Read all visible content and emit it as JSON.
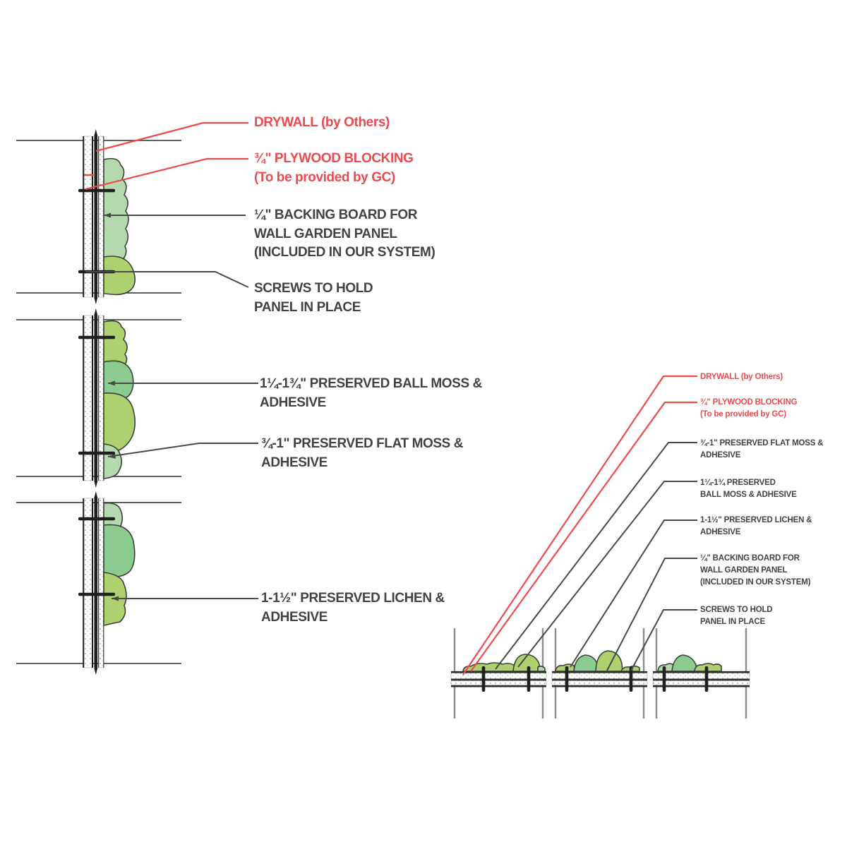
{
  "colors": {
    "red": "#ee4a4e",
    "dark_text": "#3f443f",
    "line_dark": "#464b46",
    "screw_black": "#1d201d",
    "vertical_gray": "#8b8d89",
    "moss_yellow_green": "#aed06e",
    "moss_medium_green": "#8ccb90",
    "moss_pale_green": "#b5d9ae"
  },
  "section_view": {
    "labels": [
      {
        "id": "drywall",
        "lines": [
          "DRYWALL (by Others)"
        ]
      },
      {
        "id": "plywood",
        "lines": [
          "¾\" PLYWOOD BLOCKING",
          "(To be provided by GC)"
        ]
      },
      {
        "id": "backing_board",
        "lines": [
          "¼\" BACKING BOARD FOR",
          "WALL GARDEN PANEL",
          "(INCLUDED IN OUR SYSTEM)"
        ]
      },
      {
        "id": "screws",
        "lines": [
          "SCREWS TO HOLD",
          "PANEL IN PLACE"
        ]
      },
      {
        "id": "ball_moss",
        "lines": [
          "1¼-1¾\" PRESERVED BALL MOSS &",
          "ADHESIVE"
        ]
      },
      {
        "id": "flat_moss",
        "lines": [
          "¾-1\" PRESERVED FLAT MOSS &",
          "ADHESIVE"
        ]
      },
      {
        "id": "lichen",
        "lines": [
          "1-1½\" PRESERVED LICHEN &",
          "ADHESIVE"
        ]
      }
    ]
  },
  "plan_view": {
    "labels": [
      {
        "id": "drywall",
        "lines": [
          "DRYWALL (by Others)"
        ]
      },
      {
        "id": "plywood",
        "lines": [
          "¾\" PLYWOOD BLOCKING",
          "(To be provided by GC)"
        ]
      },
      {
        "id": "flat_moss",
        "lines": [
          "¾-1\" PRESERVED FLAT MOSS &",
          "ADHESIVE"
        ]
      },
      {
        "id": "ball_moss",
        "lines": [
          "1¼-1¾ PRESERVED",
          "BALL MOSS & ADHESIVE"
        ]
      },
      {
        "id": "lichen",
        "lines": [
          "1-1½\" PRESERVED LICHEN &",
          "ADHESIVE"
        ]
      },
      {
        "id": "backing_board",
        "lines": [
          "¼\" BACKING BOARD FOR",
          "WALL GARDEN PANEL",
          "(INCLUDED IN OUR SYSTEM)"
        ]
      },
      {
        "id": "screws",
        "lines": [
          "SCREWS TO HOLD",
          "PANEL IN PLACE"
        ]
      }
    ]
  }
}
